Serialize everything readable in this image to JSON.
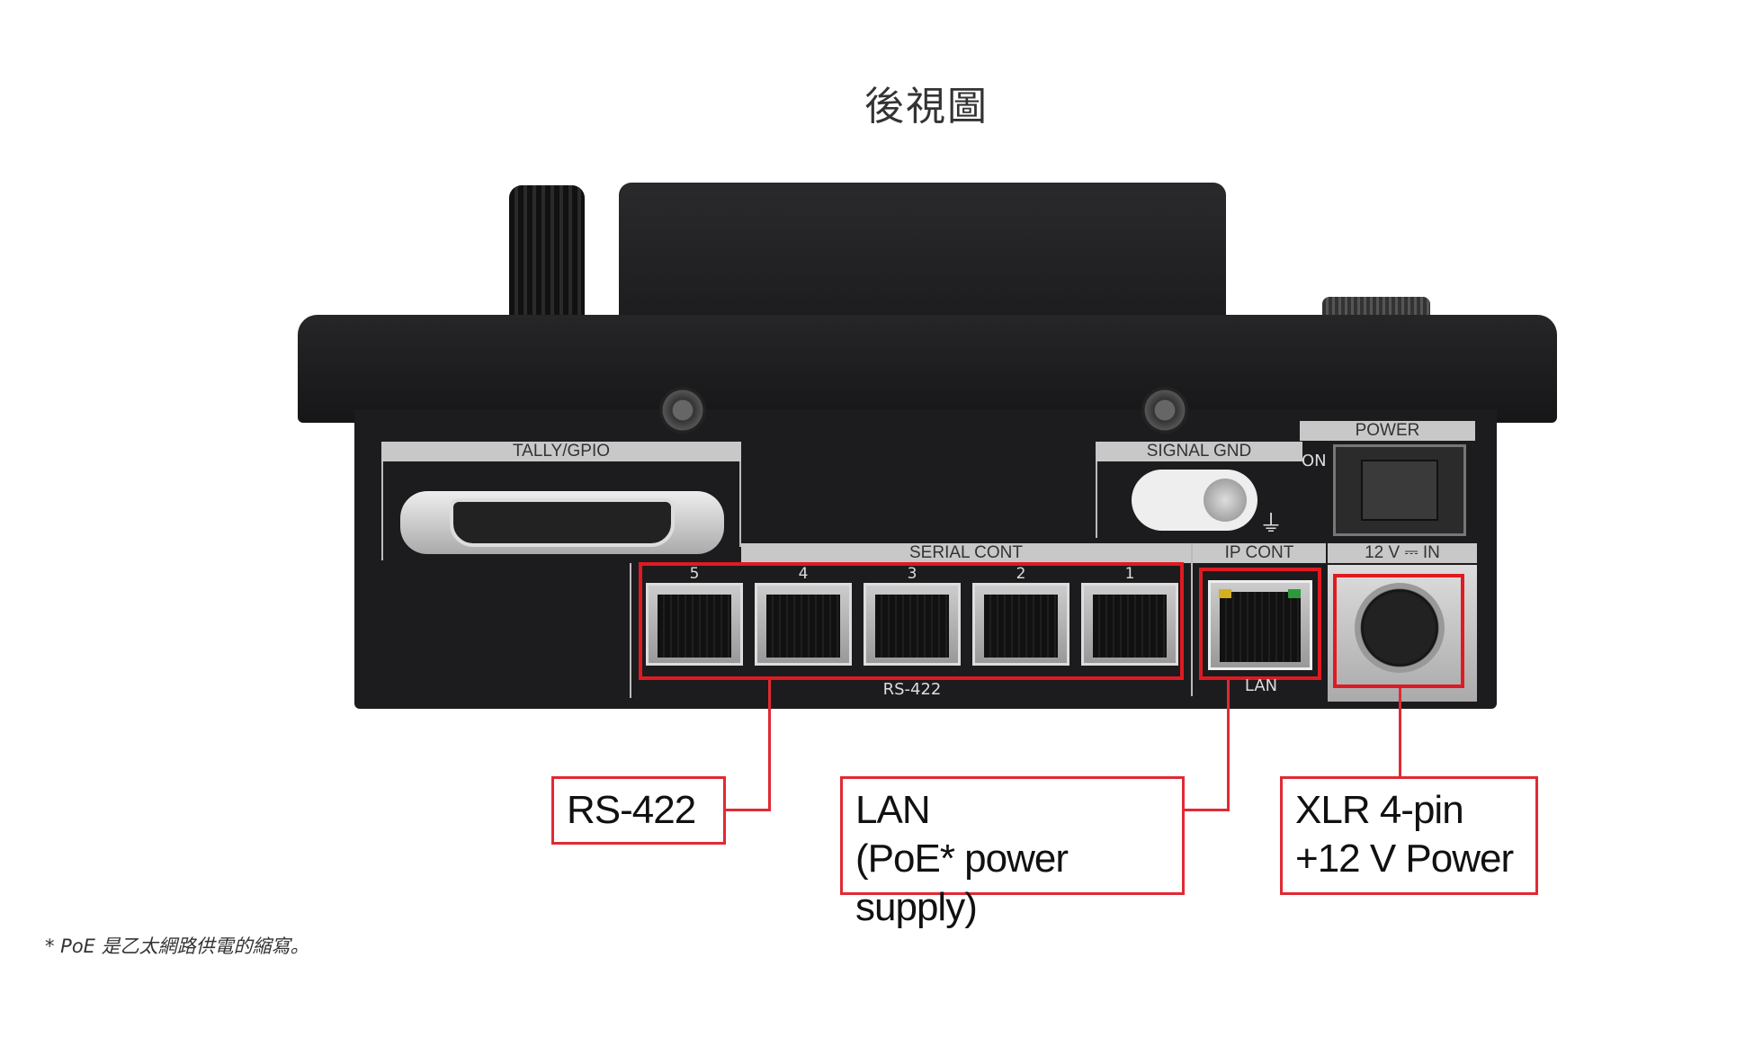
{
  "title": "後視圖",
  "device": {
    "labels": {
      "tally": "TALLY/GPIO",
      "signal_gnd": "SIGNAL GND",
      "power": "POWER",
      "on": "ON",
      "serial_cont": "SERIAL CONT",
      "ip_cont": "IP CONT",
      "dc_in": "12 V ⎓ IN",
      "rs422": "RS-422",
      "lan": "LAN"
    },
    "serial_ports": [
      "5",
      "4",
      "3",
      "2",
      "1"
    ]
  },
  "callouts": {
    "rs422": "RS-422",
    "lan_line1": "LAN",
    "lan_line2": "(PoE* power supply)",
    "xlr_line1": "XLR 4-pin",
    "xlr_line2": "+12 V Power"
  },
  "colors": {
    "highlight": "#e01a22"
  },
  "footnote": "* PoE 是乙太網路供電的縮寫。"
}
